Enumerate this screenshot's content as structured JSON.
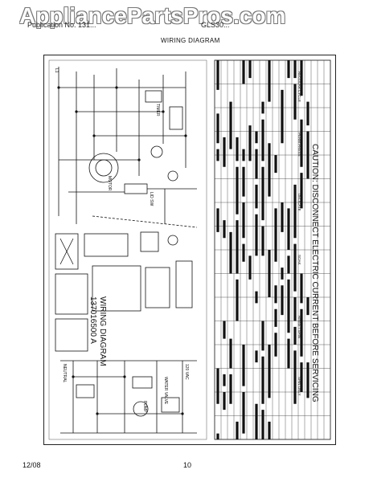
{
  "watermark": "AppliancePartsPros.com",
  "header": {
    "model_left": "Publication No. 131...",
    "model_right": "GLS30... ",
    "title": "WIRING DIAGRAM"
  },
  "diagram": {
    "caution": "CAUTION: DISCONNECT ELECTRIC CURRENT BEFORE SERVICING",
    "label": "WIRING DIAGRAM",
    "part_number": "137016500 A",
    "schematic_labels": [
      "MOTOR",
      "TIMER",
      "LID SW",
      "PUMP",
      "WATER VALVE",
      "120 VAC",
      "NEUTRAL",
      "L1"
    ],
    "cycle_headers": [
      "REGULAR CYCLE",
      "PERM PRESS",
      "DELICATE",
      "SOAK",
      "RINSE / SPIN",
      "SPIN ONLY"
    ],
    "colors": {
      "line": "#111111",
      "grid": "#333333",
      "fill": "#111111"
    }
  },
  "footer": {
    "date": "12/08",
    "page": "10"
  }
}
